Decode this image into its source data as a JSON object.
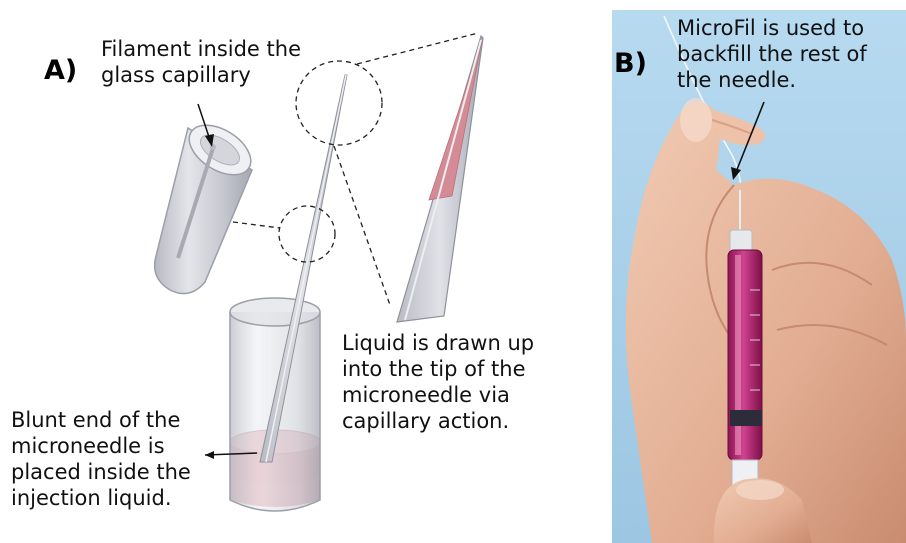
{
  "panel_a": {
    "label": "A)",
    "captions": {
      "filament": [
        "Filament inside the",
        "glass capillary"
      ],
      "liquid_drawn": [
        "Liquid is drawn up",
        "into the tip of the",
        "microneedle via",
        "capillary action."
      ],
      "blunt_end": [
        "Blunt end of the",
        "microneedle is",
        "placed inside the",
        "injection liquid."
      ]
    }
  },
  "panel_b": {
    "label": "B)",
    "caption": [
      "MicroFil is used to",
      "backfill the rest of",
      "the needle."
    ]
  },
  "colors": {
    "glass": "#c9cbd2",
    "glass_edge": "#9a9ca6",
    "liquid": "#d98f9a",
    "photo_background": "#a9cfe8",
    "skin": "#e8b9a0",
    "syringe_liquid": "#b0246e"
  }
}
